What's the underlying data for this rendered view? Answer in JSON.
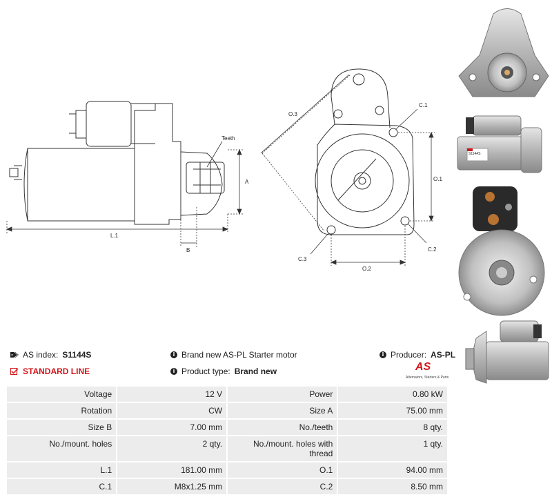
{
  "drawing": {
    "labels": {
      "teeth": "Teeth",
      "a": "A",
      "b": "B",
      "l1": "L.1",
      "o1": "O.1",
      "o2": "O.2",
      "o3": "O.3",
      "c1": "C.1",
      "c2": "C.2",
      "c3": "C.3"
    }
  },
  "photos": {
    "label_text": "S1144S"
  },
  "info": {
    "as_index_label": "AS index:",
    "as_index_value": "S1144S",
    "line": "STANDARD LINE",
    "description": "Brand new AS-PL Starter motor",
    "product_type_label": "Product type:",
    "product_type_value": "Brand new",
    "producer_label": "Producer:",
    "producer_value": "AS-PL"
  },
  "logo": {
    "mark": "AS",
    "tagline": "Alternators, Starters & Parts"
  },
  "specs": [
    {
      "l1": "Voltage",
      "v1": "12 V",
      "l2": "Power",
      "v2": "0.80 kW"
    },
    {
      "l1": "Rotation",
      "v1": "CW",
      "l2": "Size A",
      "v2": "75.00 mm"
    },
    {
      "l1": "Size B",
      "v1": "7.00 mm",
      "l2": "No./teeth",
      "v2": "8 qty."
    },
    {
      "l1": "No./mount. holes",
      "v1": "2 qty.",
      "l2": "No./mount. holes with thread",
      "v2": "1 qty."
    },
    {
      "l1": "L.1",
      "v1": "181.00 mm",
      "l2": "O.1",
      "v2": "94.00 mm"
    },
    {
      "l1": "C.1",
      "v1": "M8x1.25 mm",
      "l2": "C.2",
      "v2": "8.50 mm"
    }
  ]
}
